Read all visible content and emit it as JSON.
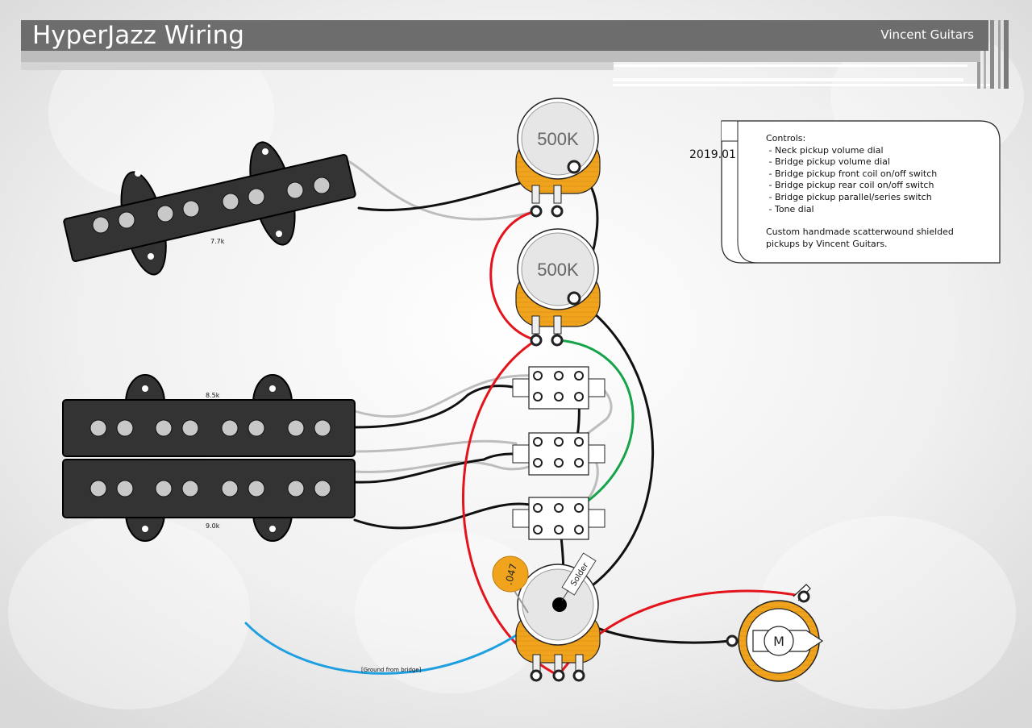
{
  "header": {
    "title": "HyperJazz Wiring",
    "brand": "Vincent Guitars"
  },
  "info": {
    "version": "2019.01",
    "controls_heading": "Controls:",
    "controls": [
      " - Neck pickup volume dial",
      " - Bridge pickup volume dial",
      " - Bridge pickup front coil on/off switch",
      " - Bridge pickup rear coil on/off switch",
      " - Bridge pickup parallel/series switch",
      " - Tone dial"
    ],
    "note_line1": "Custom handmade scatterwound shielded",
    "note_line2": "pickups by Vincent Guitars."
  },
  "components": {
    "pot1_value": "500K",
    "pot2_value": "500K",
    "capacitor_value": ".047",
    "solder_label": "Solder",
    "jack_label": "M",
    "neck_pickup_resistance": "7.7k",
    "bridge_front_resistance": "8.5k",
    "bridge_rear_resistance": "9.0k",
    "ground_label": "[Ground from bridge]"
  },
  "colors": {
    "wire_red": "#e3141b",
    "wire_black": "#111111",
    "wire_green": "#16a34a",
    "wire_blue": "#1ea0e0",
    "wire_grey": "#bdbdbd",
    "pot_orange": "#f0a41e"
  }
}
